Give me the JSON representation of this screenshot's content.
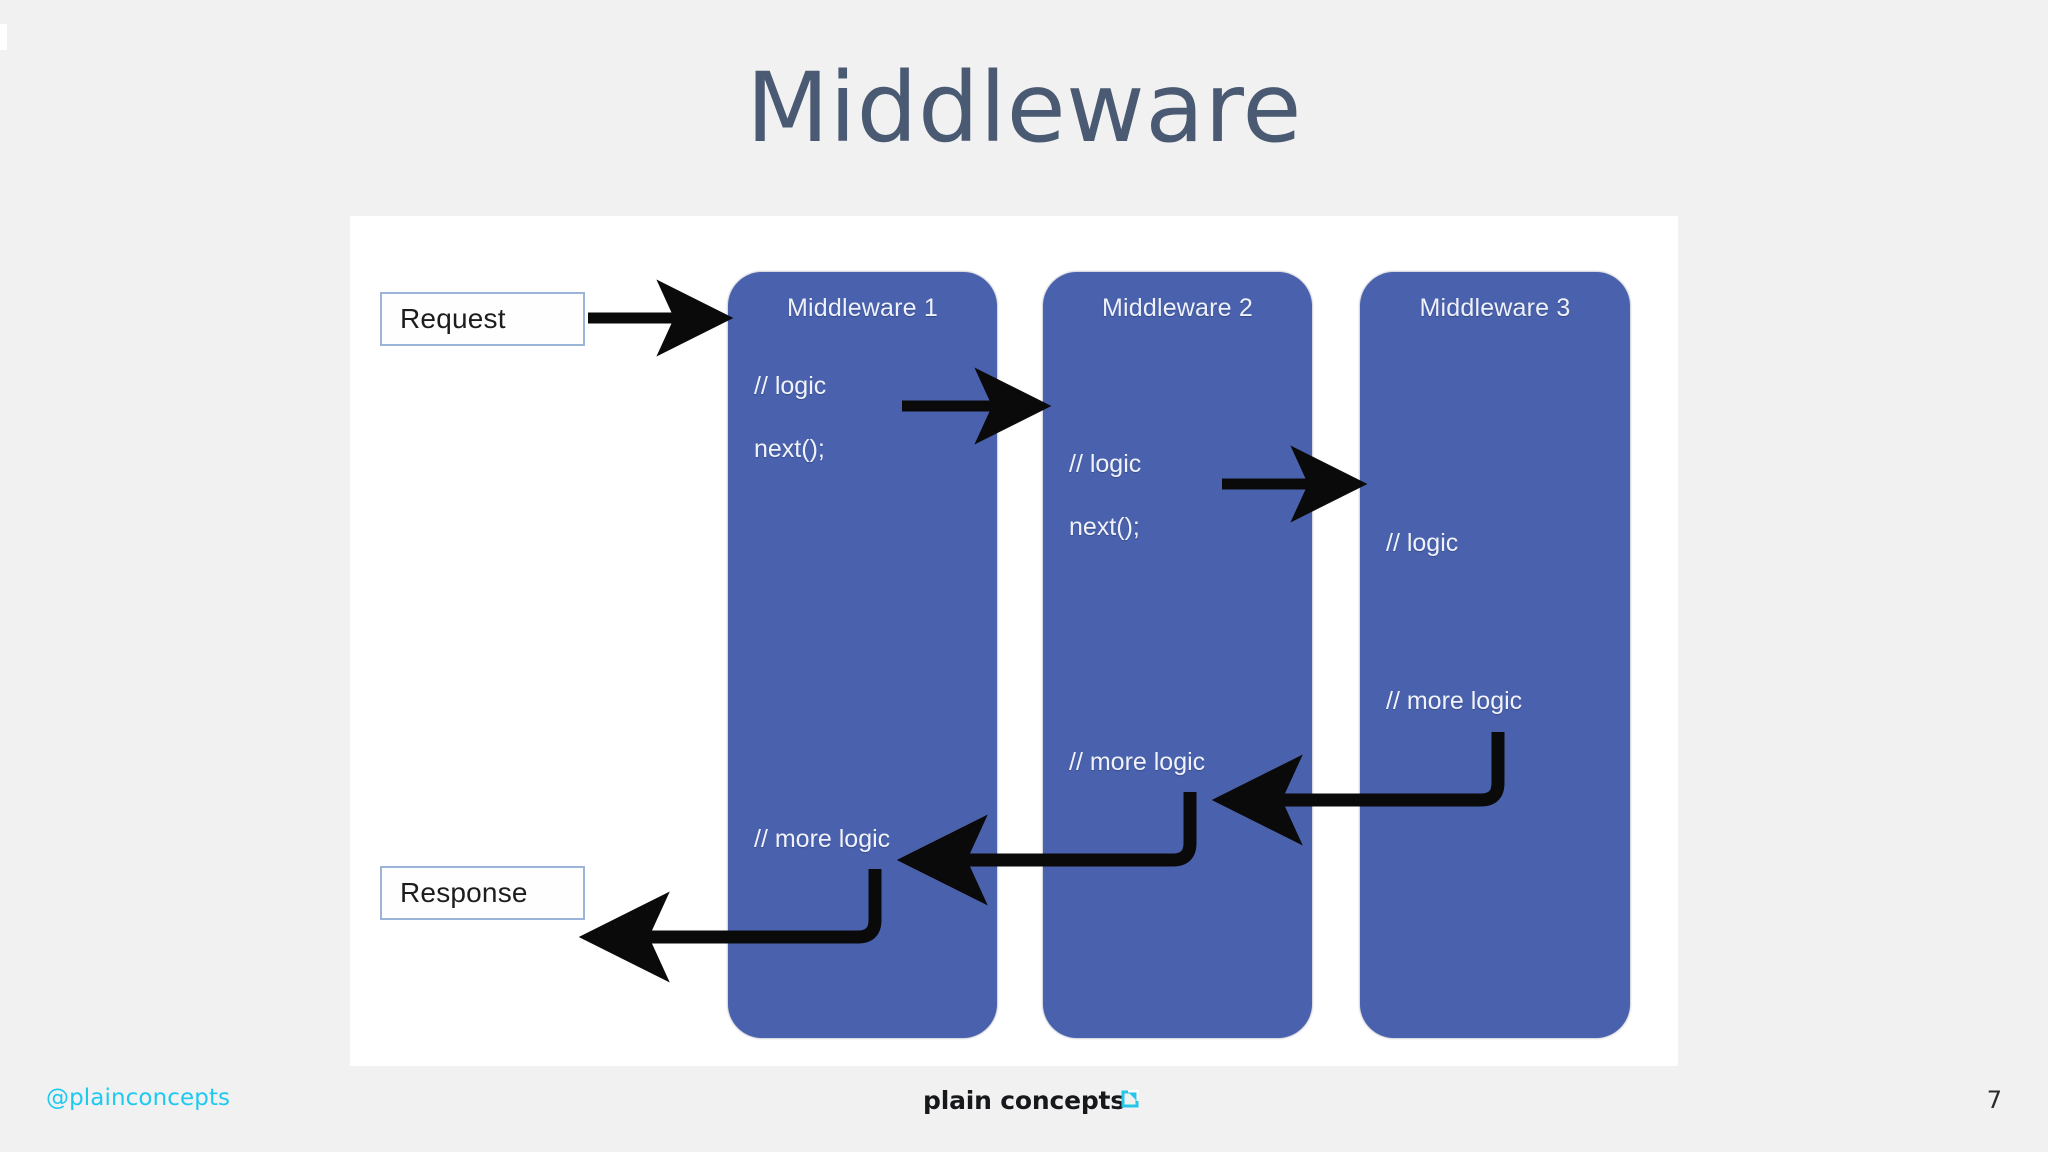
{
  "slide": {
    "title": "Middleware",
    "title_color": "#4a5a72",
    "background_color": "#f1f1f1",
    "panel_color": "#ffffff"
  },
  "diagram": {
    "accent_color": "#4a62ad",
    "arrow_color": "#0a0a0a",
    "io_border_color": "#9cb4d8",
    "request": {
      "label": "Request"
    },
    "response": {
      "label": "Response"
    },
    "columns": [
      {
        "title": "Middleware 1",
        "lines": [
          "// logic",
          "next();",
          "// more logic"
        ]
      },
      {
        "title": "Middleware 2",
        "lines": [
          "// logic",
          "next();",
          "// more logic"
        ]
      },
      {
        "title": "Middleware 3",
        "lines": [
          "// logic",
          "// more logic"
        ]
      }
    ]
  },
  "footer": {
    "handle": "@plainconcepts",
    "handle_color": "#1ec9f0",
    "logo_text": "plain concepts",
    "logo_mark_color": "#25c6e8",
    "page_number": "7"
  }
}
